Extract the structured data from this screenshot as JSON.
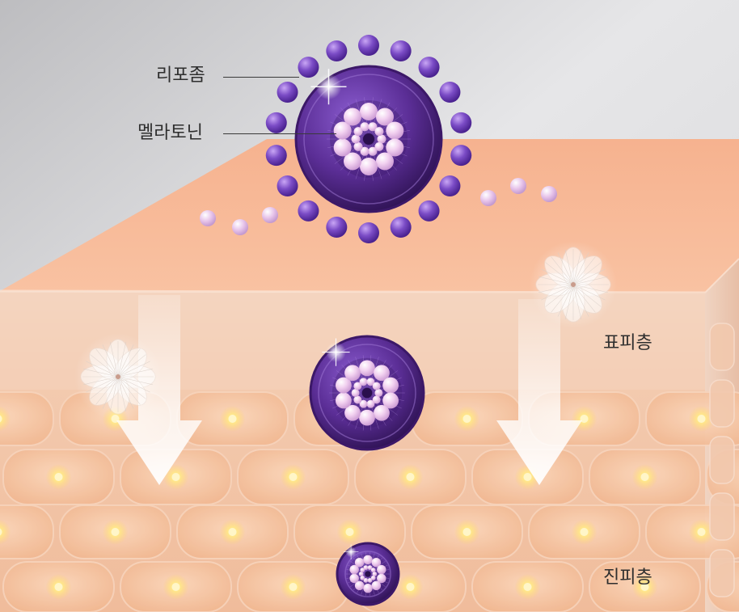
{
  "labels": {
    "liposome": "리포좀",
    "melatonin": "멜라토닌",
    "epidermis": "표피층",
    "dermis": "진피층"
  },
  "colors": {
    "background": "#dcdcde",
    "skin_surface": "#f7b896",
    "epidermis": "#f3cdb4",
    "cell_fill": "#f8c9a8",
    "cell_nucleus": "#fff1a8",
    "liposome_shell": "#5a2d91",
    "lipid_sphere": "#7a4cc4",
    "melatonin_sphere": "#f0d0ee",
    "arrow": "#ffffff"
  },
  "icons": [
    "liposome-icon",
    "melatonin-core-icon",
    "flower-icon",
    "down-arrow-icon"
  ]
}
